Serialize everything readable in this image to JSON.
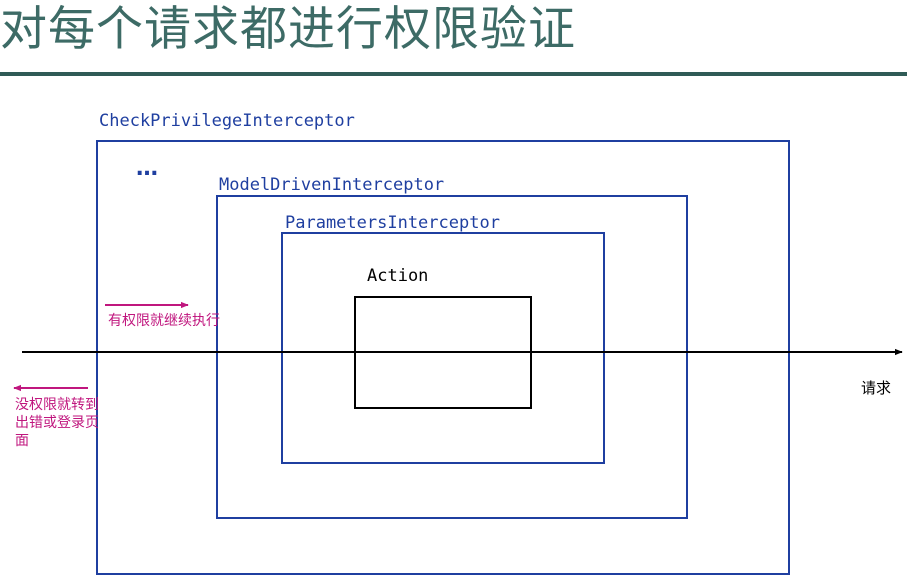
{
  "title": "对每个请求都进行权限验证",
  "layers": {
    "outer": "CheckPrivilegeInterceptor",
    "ellipsis": "…",
    "second": "ModelDrivenInterceptor",
    "third": "ParametersInterceptor",
    "action": "Action"
  },
  "annotations": {
    "continue": "有权限就继续执行",
    "redirect": "没权限就转到出错或登录页面",
    "request": "请求"
  },
  "colors": {
    "title": "#3d6b66",
    "title_rule": "#2f5b56",
    "box_border": "#1f3fa0",
    "annotation": "#c0167e",
    "request_line": "#000000"
  }
}
